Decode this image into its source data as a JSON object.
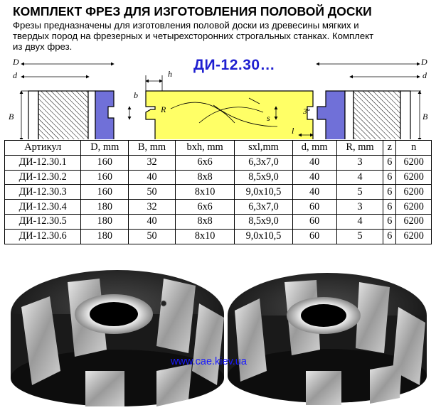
{
  "header": {
    "title": "КОМПЛЕКТ ФРЕЗ ДЛЯ ИЗГОТОВЛЕНИЯ ПОЛОВОЙ ДОСКИ",
    "description": "Фрезы предназначены для изготовления половой доски из древесины мягких и твердых пород на фрезерных и четырехсторонних строгальных станках. Комплект из двух фрез.",
    "model": "ДИ-12.30…"
  },
  "drawing": {
    "labels": {
      "D_left": "D",
      "d_left": "d",
      "B_left": "B",
      "h": "h",
      "b": "b",
      "R": "R",
      "s": "s",
      "l": "l",
      "angle": "3°",
      "D_right": "D",
      "d_right": "d",
      "B_right": "B"
    },
    "colors": {
      "board": "#ffff66",
      "blade": "#7070d8",
      "hatch": "#000000"
    }
  },
  "table": {
    "headers": [
      "Артикул",
      "D, mm",
      "B, mm",
      "bxh, mm",
      "sxl,mm",
      "d, mm",
      "R, mm",
      "z",
      "n"
    ],
    "rows": [
      [
        "ДИ-12.30.1",
        "160",
        "32",
        "6х6",
        "6,3х7,0",
        "40",
        "3",
        "6",
        "6200"
      ],
      [
        "ДИ-12.30.2",
        "160",
        "40",
        "8х8",
        "8,5х9,0",
        "40",
        "4",
        "6",
        "6200"
      ],
      [
        "ДИ-12.30.3",
        "160",
        "50",
        "8х10",
        "9,0х10,5",
        "40",
        "5",
        "6",
        "6200"
      ],
      [
        "ДИ-12.30.4",
        "180",
        "32",
        "6х6",
        "6,3х7,0",
        "60",
        "3",
        "6",
        "6200"
      ],
      [
        "ДИ-12.30.5",
        "180",
        "40",
        "8х8",
        "8,5х9,0",
        "60",
        "4",
        "6",
        "6200"
      ],
      [
        "ДИ-12.30.6",
        "180",
        "50",
        "8х10",
        "9,0х10,5",
        "60",
        "5",
        "6",
        "6200"
      ]
    ]
  },
  "footer": {
    "website": "www.cae.kiev.ua"
  }
}
